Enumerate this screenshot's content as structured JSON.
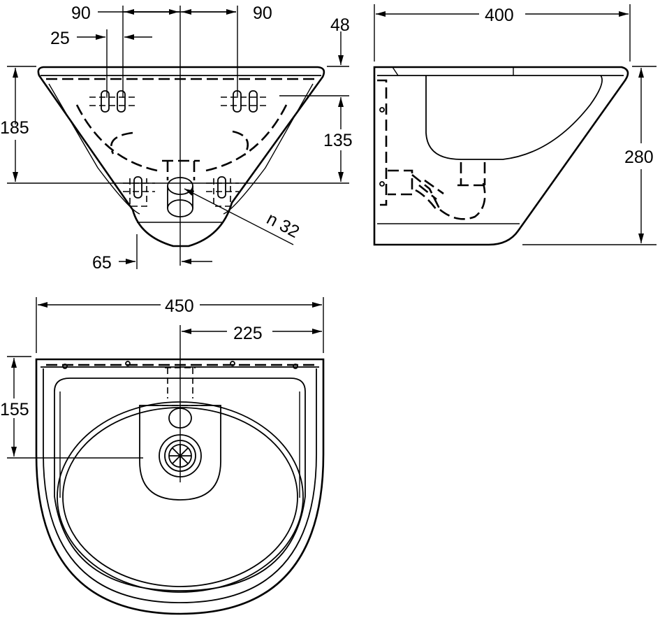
{
  "front_view": {
    "dim_left_offset": "90",
    "dim_right_offset": "90",
    "dim_hole_spacing": "25",
    "dim_top_depth": "48",
    "dim_overall_height": "185",
    "dim_bracket_height": "135",
    "dim_waste_offset": "65",
    "waste_label": "n 32"
  },
  "side_view": {
    "dim_depth": "400",
    "dim_height": "280"
  },
  "plan_view": {
    "dim_width": "450",
    "dim_half_width": "225",
    "dim_drain_position": "155"
  }
}
